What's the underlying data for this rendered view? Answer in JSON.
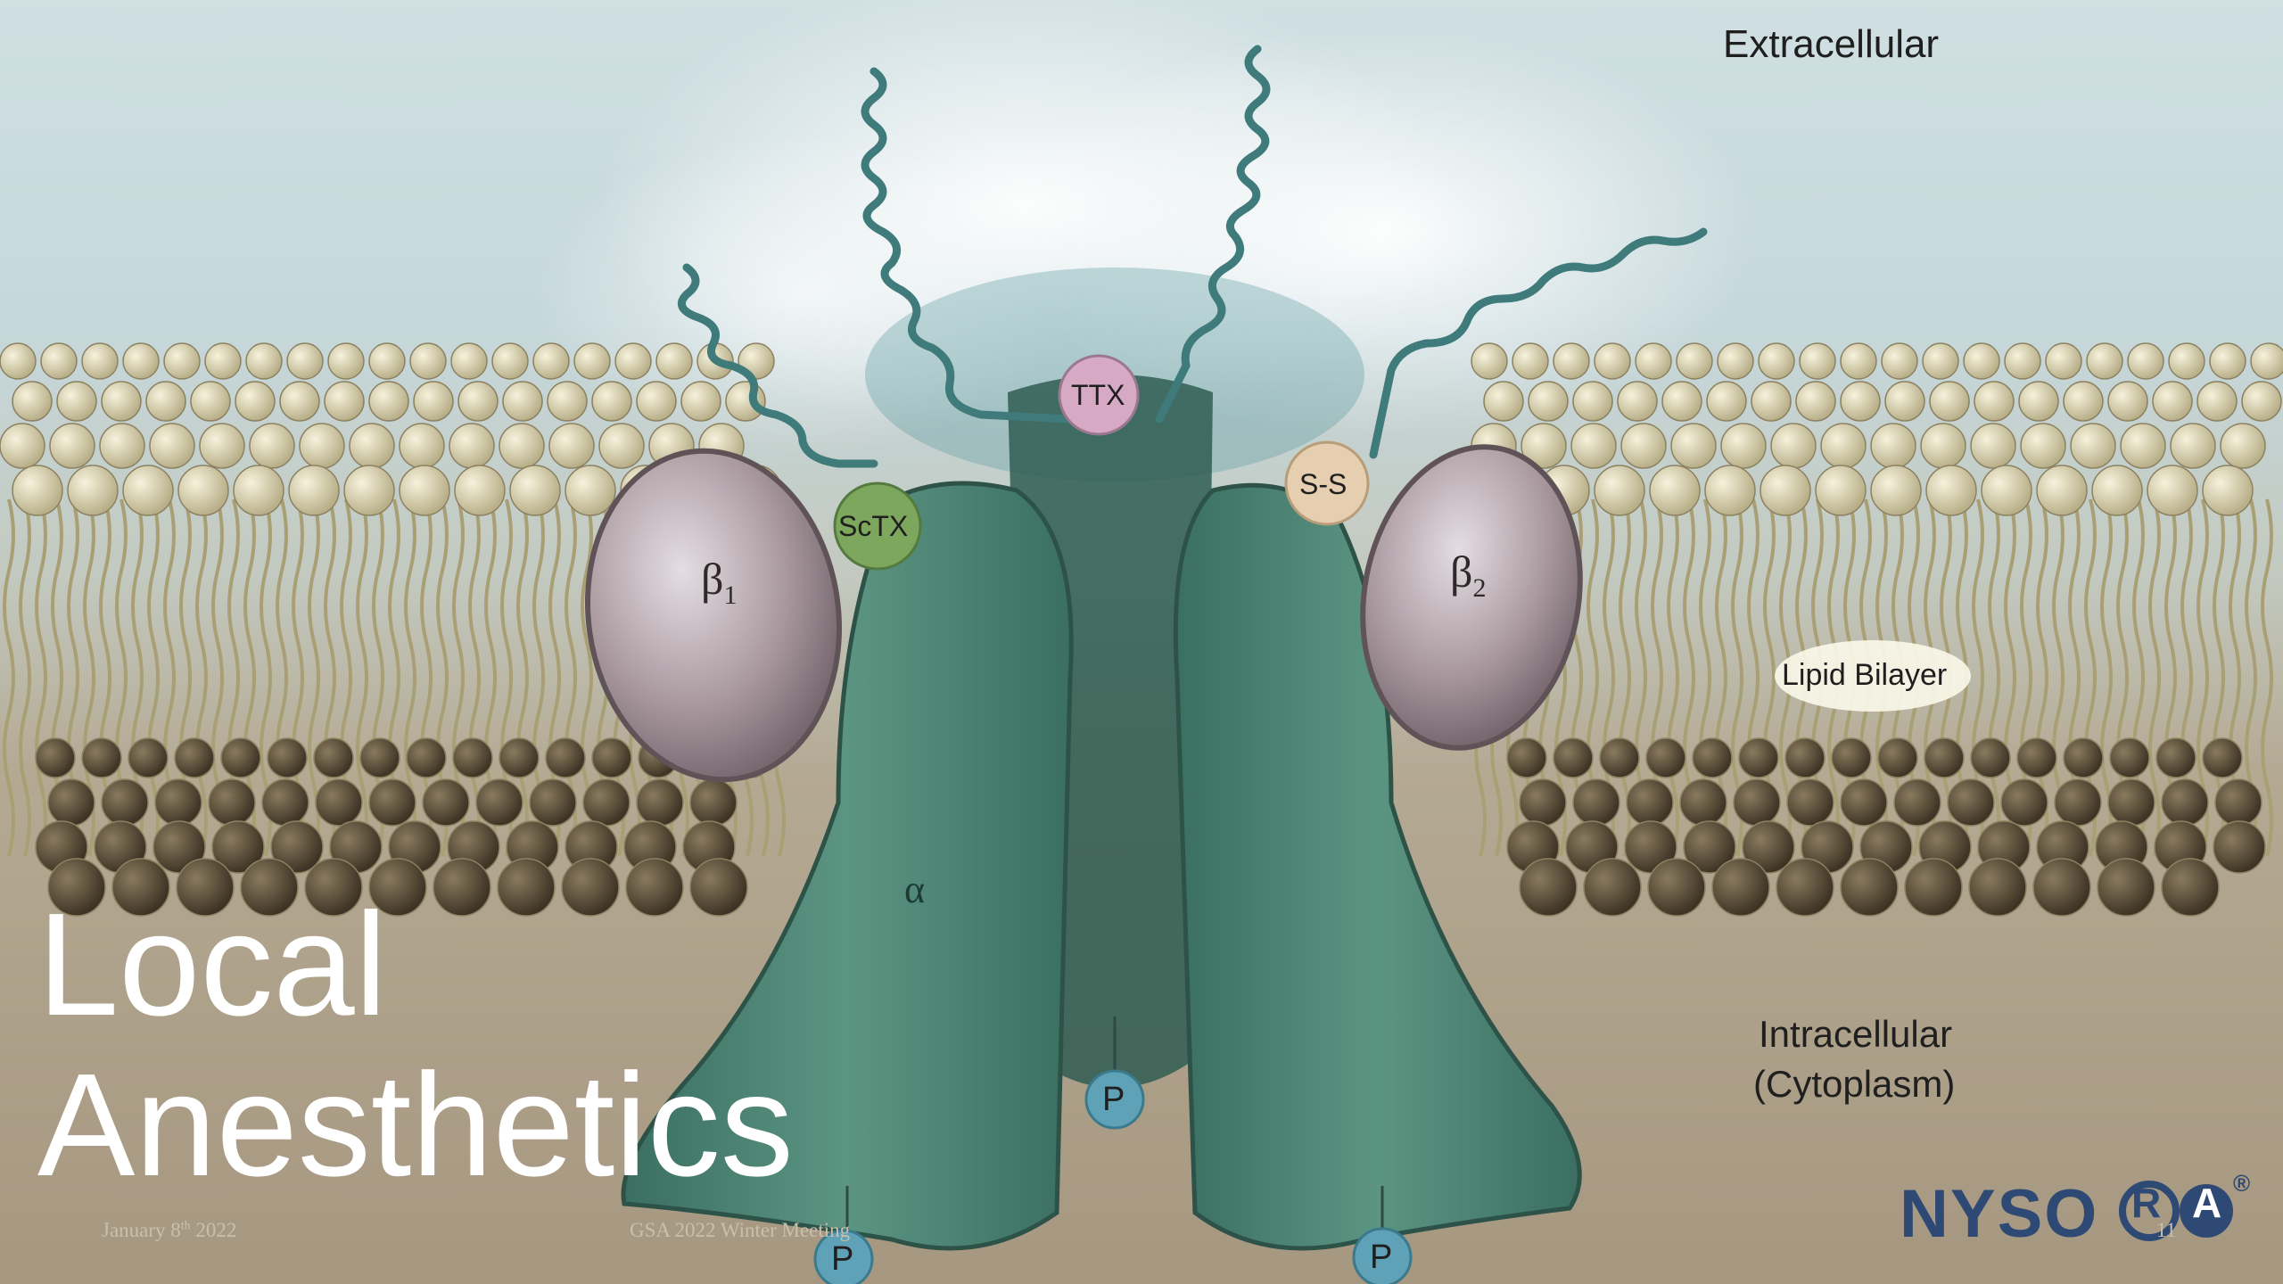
{
  "slide": {
    "title_line1": "Local",
    "title_line2": "Anesthetics",
    "date_month": "January 8",
    "date_suffix": "th",
    "date_year": " 2022",
    "meeting": "GSA 2022 Winter Meeting",
    "page_number": "11"
  },
  "diagram": {
    "extracellular": "Extracellular",
    "lipid_bilayer": "Lipid Bilayer",
    "intracellular_line1": "Intracellular",
    "intracellular_line2": "(Cytoplasm)",
    "beta1": "β",
    "beta1_sub": "1",
    "beta2": "β",
    "beta2_sub": "2",
    "alpha": "α",
    "ttx": "TTX",
    "sctx": "ScTX",
    "ss": "S-S",
    "phosphate": "P"
  },
  "logo": {
    "text_left": "NYSO",
    "text_r": "R",
    "text_a": "A",
    "registered": "®"
  },
  "colors": {
    "channel": "#3f7a6a",
    "beta": "#9b8e95",
    "lipid_head": "#d8d1b0",
    "lipid_head_low": "#5b4f3a",
    "ttx": "#d6a9c4",
    "sctx": "#7ea75e",
    "ss": "#e5cfb0",
    "phosphate": "#5fa2b7",
    "logo": "#2e4a74"
  }
}
